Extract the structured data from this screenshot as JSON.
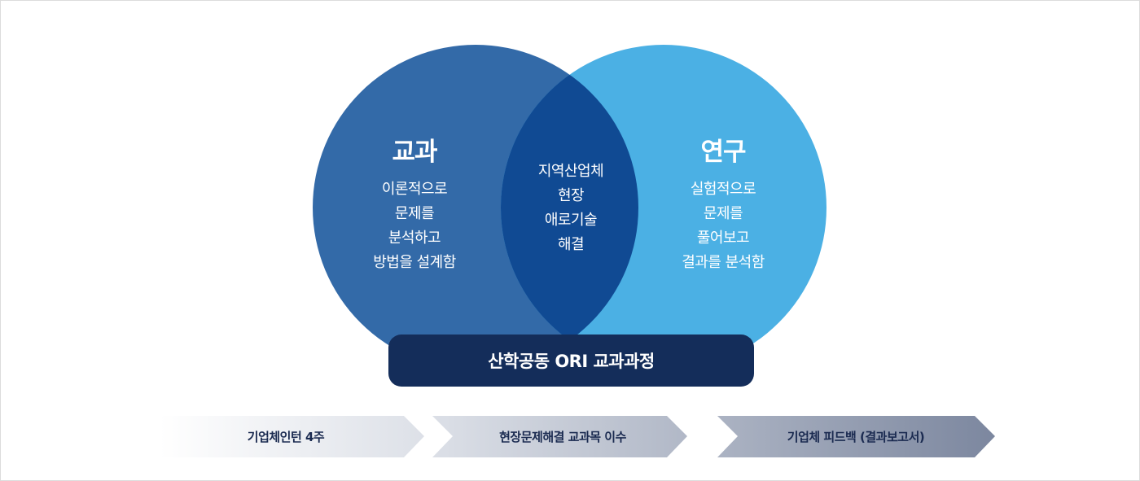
{
  "colors": {
    "left_circle": "#336aa8",
    "right_circle": "#4bb0e4",
    "overlap": "#104a93",
    "banner": "#142d5a"
  },
  "left": {
    "title": "교과",
    "lines": [
      "이론적으로",
      "문제를",
      "분석하고",
      "방법을 설계함"
    ]
  },
  "center": {
    "lines": [
      "지역산업체",
      "현장",
      "애로기술",
      "해결"
    ]
  },
  "right": {
    "title": "연구",
    "lines": [
      "실험적으로",
      "문제를",
      "풀어보고",
      "결과를 분석함"
    ]
  },
  "banner": "산학공동 ORI 교과과정",
  "steps": [
    "기업체인턴 4주",
    "현장문제해결 교과목 이수",
    "기업체 피드백 (결과보고서)"
  ]
}
